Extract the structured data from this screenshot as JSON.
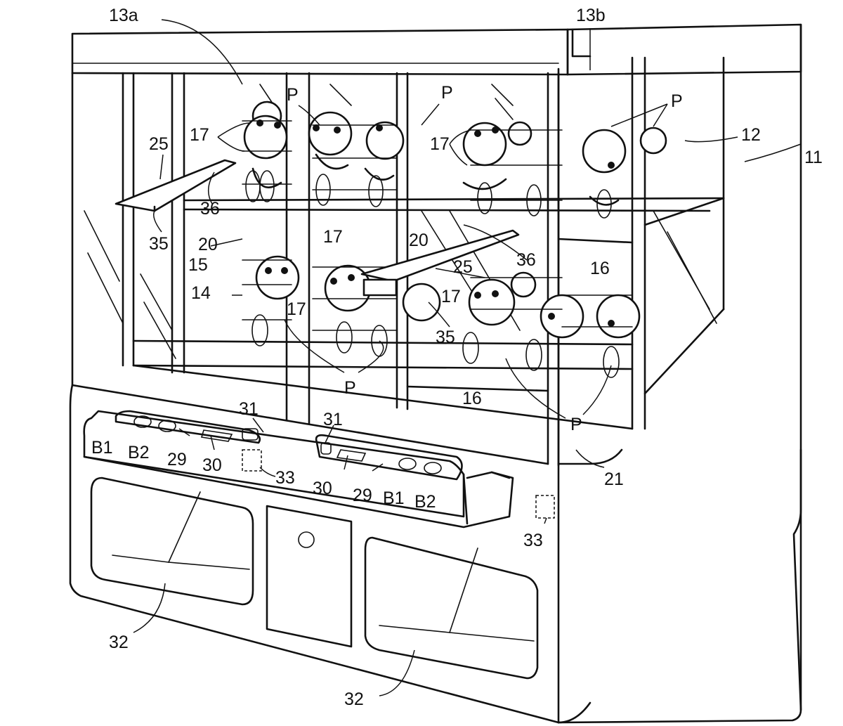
{
  "figure": {
    "labels": {
      "l13a": "13a",
      "l13b": "13b",
      "l11": "11",
      "l12": "12",
      "l25a": "25",
      "l25b": "25",
      "l17a": "17",
      "l17b": "17",
      "l17c": "17",
      "l17d": "17",
      "l17e": "17",
      "l36a": "36",
      "l36b": "36",
      "l35a": "35",
      "l35b": "35",
      "l20a": "20",
      "l20b": "20",
      "l15": "15",
      "l14": "14",
      "l16a": "16",
      "l16b": "16",
      "lPa": "P",
      "lPb": "P",
      "lPc": "P",
      "lPd": "P",
      "lPe": "P",
      "l31a": "31",
      "l31b": "31",
      "lB1a": "B1",
      "lB2a": "B2",
      "l29a": "29",
      "l30a": "30",
      "l33a": "33",
      "l30b": "30",
      "l29b": "29",
      "lB1b": "B1",
      "lB2b": "B2",
      "l33b": "33",
      "l21": "21",
      "l32a": "32",
      "l32b": "32"
    }
  }
}
